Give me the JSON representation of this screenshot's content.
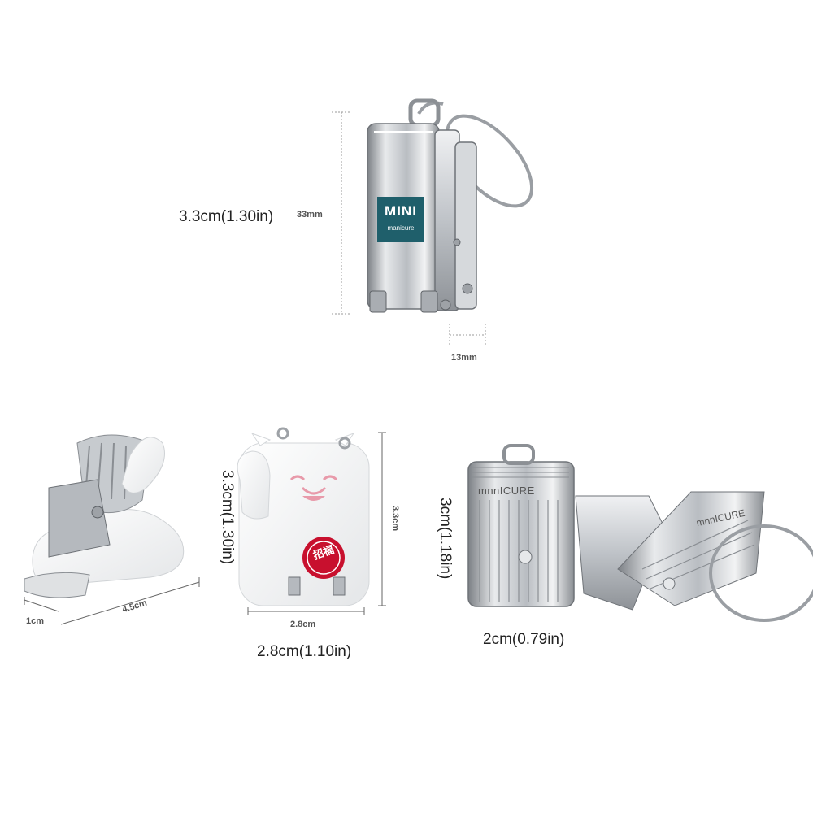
{
  "top_product": {
    "badge_title": "MINI",
    "badge_sub": "manicure",
    "height_label": "3.3cm(1.30in)",
    "height_mm": "33mm",
    "depth_mm": "13mm"
  },
  "cat_product": {
    "left_width": "1cm",
    "left_length": "4.5cm",
    "front_height_label": "3.3cm(1.30in)",
    "front_height_small": "3.3cm",
    "front_width_small": "2.8cm",
    "front_width_label": "2.8cm(1.10in)",
    "coin_glyphs": "招福"
  },
  "metal_product": {
    "brand_front": "mnnICURE",
    "brand_open": "mnnICURE",
    "height_label": "3cm(1.18in)",
    "width_label": "2cm(0.79in)"
  },
  "colors": {
    "badge": "#1f5f6b",
    "silver": "#c9cdd2",
    "accent_red": "#c8102e",
    "pink": "#e89aaa"
  }
}
